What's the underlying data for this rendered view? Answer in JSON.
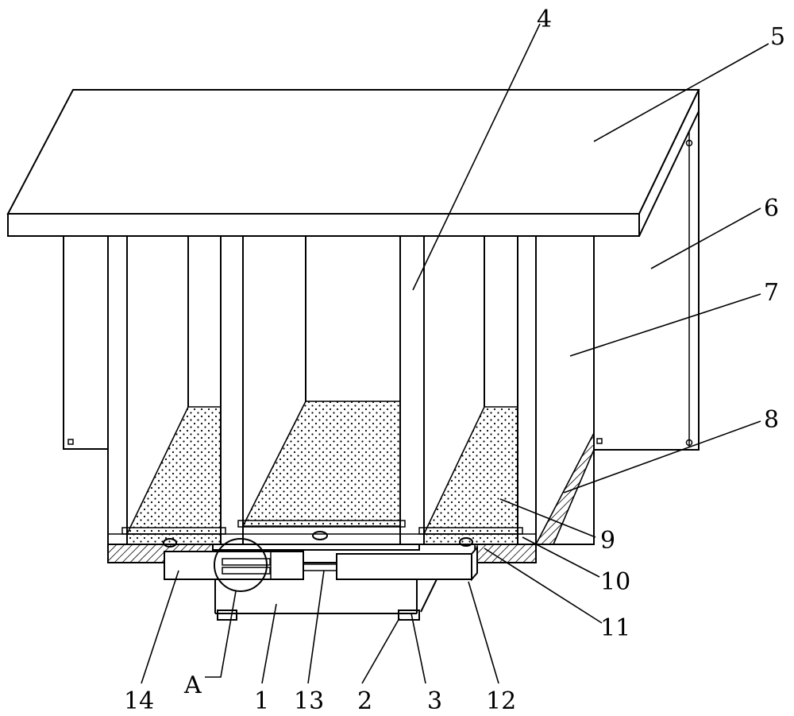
{
  "callouts": {
    "c1": "1",
    "c2": "2",
    "c3": "3",
    "c4": "4",
    "c5": "5",
    "c6": "6",
    "c7": "7",
    "c8": "8",
    "c9": "9",
    "c10": "10",
    "c11": "11",
    "c12": "12",
    "c13": "13",
    "c14": "14",
    "cA": "A"
  },
  "colors": {
    "line": "#000000",
    "background": "#ffffff"
  }
}
